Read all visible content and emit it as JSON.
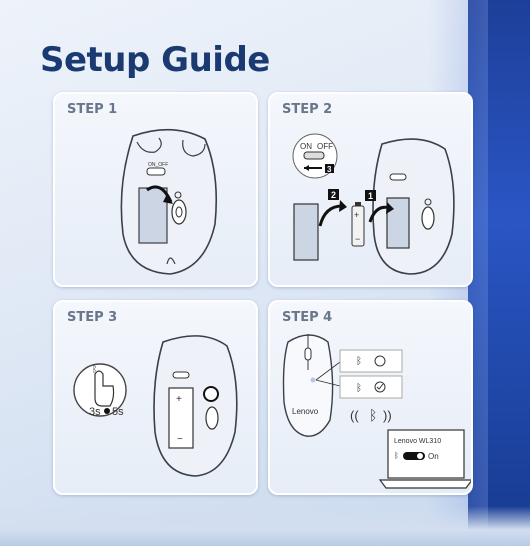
{
  "title": "Setup Guide",
  "steps": [
    {
      "label": "STEP 1",
      "switch_label": "ON_OFF"
    },
    {
      "label": "STEP 2",
      "switch_on": "ON",
      "switch_off": "OFF",
      "badge_3": "3",
      "badge_2": "2",
      "badge_1": "1",
      "plus": "+",
      "minus": "−"
    },
    {
      "label": "STEP 3",
      "hold_time_1": "3s",
      "hold_time_2": "5s",
      "plus": "+",
      "minus": "−"
    },
    {
      "label": "STEP 4",
      "brand": "Lenovo",
      "device_name": "Lenovo WL310",
      "toggle_state": "On"
    }
  ],
  "colors": {
    "title": "#1b3a72",
    "accent_band": "#2a56c4",
    "step_label": "#6a7689"
  }
}
